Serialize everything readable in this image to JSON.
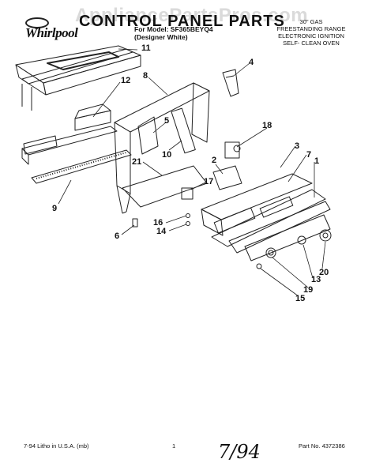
{
  "watermark": "AppliancePartsPros.com",
  "logo": {
    "text": "Whirlpool"
  },
  "header": {
    "title": "CONTROL PANEL PARTS",
    "model_line": "For Model: SF365BEYQ4",
    "color_line": "(Designer White)",
    "right": [
      "30\" GAS",
      "FREESTANDING RANGE",
      "ELECTRONIC IGNITION",
      "SELF- CLEAN OVEN"
    ]
  },
  "callouts": {
    "n1": "1",
    "n3": "3",
    "n4": "4",
    "n5": "5",
    "n6": "6",
    "n7": "7",
    "n8": "8",
    "n9": "9",
    "n10": "10",
    "n11": "11",
    "n12": "12",
    "n13": "13",
    "n14": "14",
    "n15": "15",
    "n16": "16",
    "n17": "17",
    "n18": "18",
    "n19": "19",
    "n20": "20",
    "n21": "21",
    "n2": "2"
  },
  "footer": {
    "left": "7-94 Litho in U.S.A. (mb)",
    "page": "1",
    "right": "Part No. 4372386",
    "handwriting": "7/94"
  }
}
